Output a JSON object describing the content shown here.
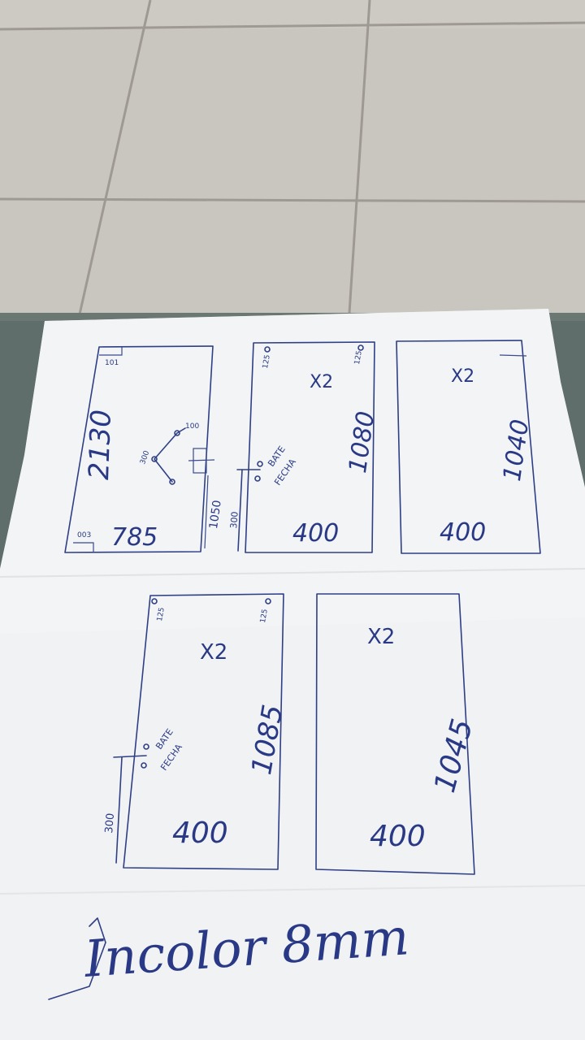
{
  "sheet": {
    "panel_1": {
      "width": "785",
      "height": "2130",
      "top_note": "101",
      "bottom_note": "003",
      "hinge_note_a": "100",
      "hinge_note_b": "300",
      "side_dim": "1050"
    },
    "panel_2": {
      "quantity": "X2",
      "width": "400",
      "height": "1080",
      "hole_left": "125",
      "hole_right": "125",
      "side_dim": "300",
      "note_a": "BATE",
      "note_b": "FECHA"
    },
    "panel_3": {
      "quantity": "X2",
      "width": "400",
      "height": "1040"
    },
    "panel_4": {
      "quantity": "X2",
      "width": "400",
      "height": "1085",
      "hole_left": "125",
      "hole_right": "125",
      "side_dim": "300",
      "note_a": "BATE",
      "note_b": "FECHA"
    },
    "panel_5": {
      "quantity": "X2",
      "width": "400",
      "height": "1045"
    },
    "material": "Incolor 8mm"
  }
}
